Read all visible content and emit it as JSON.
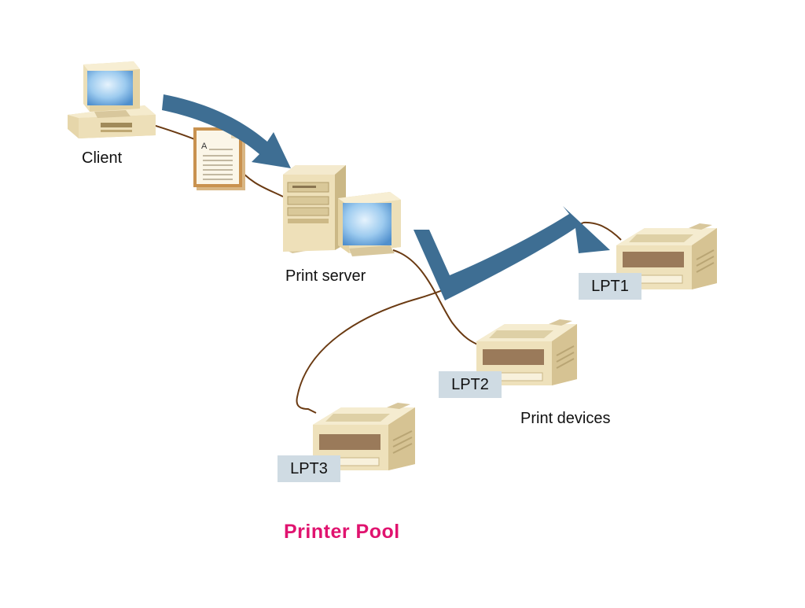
{
  "title": "Printer Pool",
  "colors": {
    "title": "#e0136f",
    "arrow": "#3e6e93",
    "cable": "#6a3a12",
    "beige": "#f2e6c5",
    "beige_dark": "#d8c79c",
    "screen": "#8fc2ea",
    "tag_bg": "#cfdbe3"
  },
  "nodes": {
    "client": {
      "label": "Client",
      "icon": "desktop-computer-icon"
    },
    "document": {
      "letter": "A",
      "icon": "document-icon"
    },
    "print_server": {
      "label": "Print server",
      "icon": "tower-server-icon"
    },
    "print_devices": {
      "label": "Print devices"
    }
  },
  "printers": [
    {
      "port": "LPT1",
      "icon": "printer-icon"
    },
    {
      "port": "LPT2",
      "icon": "printer-icon"
    },
    {
      "port": "LPT3",
      "icon": "printer-icon"
    }
  ]
}
